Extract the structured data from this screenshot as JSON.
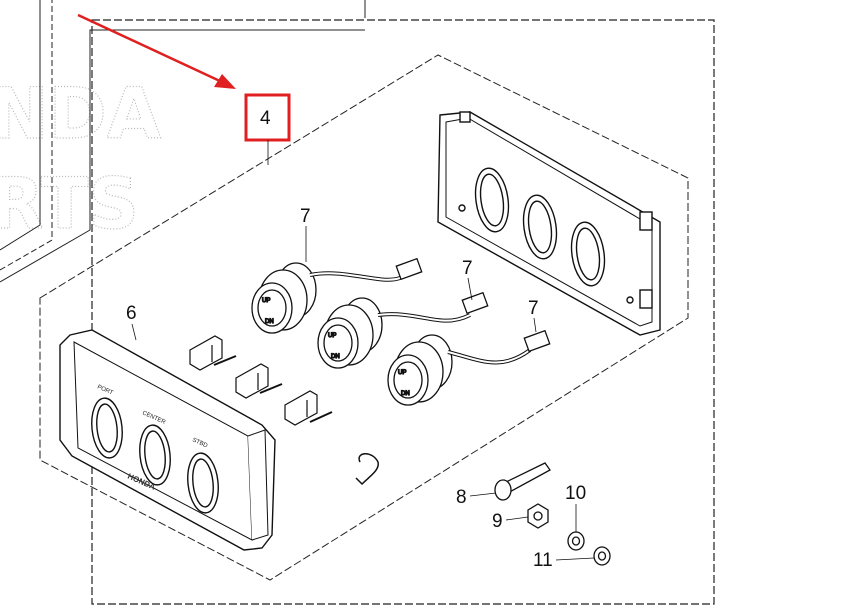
{
  "callouts": {
    "part_4": "4",
    "part_6": "6",
    "part_7a": "7",
    "part_7b": "7",
    "part_7c": "7",
    "part_8": "8",
    "part_9": "9",
    "part_10": "10",
    "part_11": "11"
  },
  "panel_labels": {
    "port": "PORT",
    "center": "CENTER",
    "stbd": "STBD",
    "brand": "HONDA"
  },
  "switch_labels": {
    "up": "UP",
    "down": "DN"
  },
  "watermark": {
    "line1": "NDA",
    "line2": "RTS"
  },
  "colors": {
    "highlight_box": "#e02020",
    "arrow": "#e02020",
    "line_art": "#111111"
  }
}
